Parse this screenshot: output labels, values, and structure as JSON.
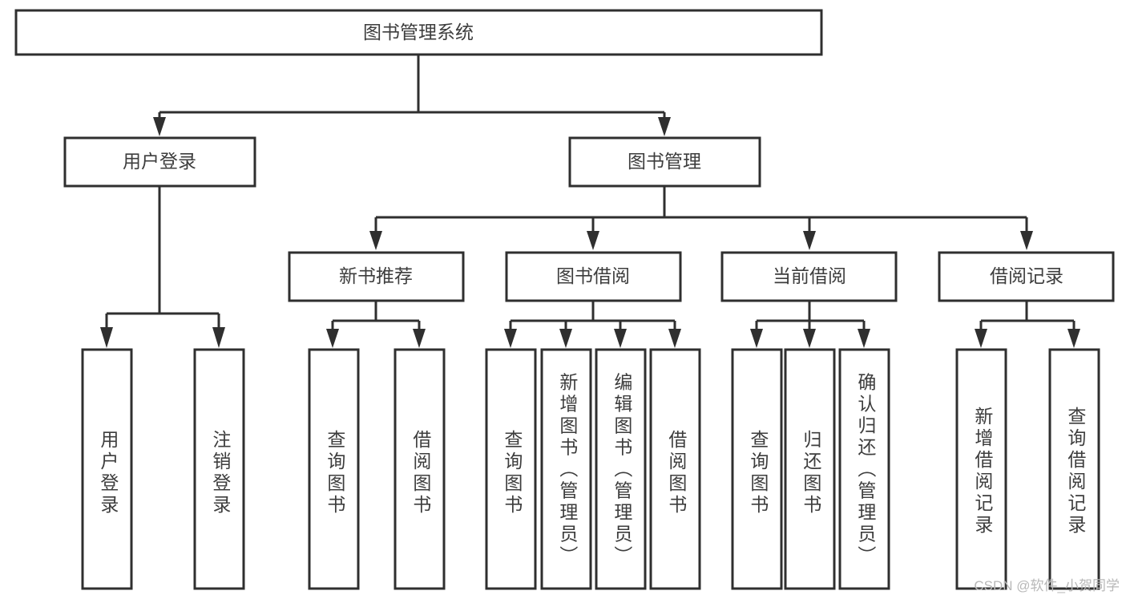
{
  "diagram": {
    "type": "tree-hierarchy",
    "title": "图书管理系统",
    "watermark": "CSDN @软件_小贺同学",
    "colors": {
      "stroke": "#2f2f2f",
      "fill": "#ffffff",
      "text": "#3d3d3d",
      "watermark": "#b8b8b8",
      "background": "#ffffff"
    },
    "nodes": {
      "root": "图书管理系统",
      "level2": [
        "用户登录",
        "图书管理"
      ],
      "level3": [
        "新书推荐",
        "图书借阅",
        "当前借阅",
        "借阅记录"
      ],
      "leaves": {
        "user_login": [
          "用户登录",
          "注销登录"
        ],
        "new_book": [
          "查询图书",
          "借阅图书"
        ],
        "book_borrow": [
          "查询图书",
          "新增图书（管理员）",
          "编辑图书（管理员）",
          "借阅图书"
        ],
        "current_borrow": [
          "查询图书",
          "归还图书",
          "确认归还（管理员）"
        ],
        "borrow_record": [
          "新增借阅记录",
          "查询借阅记录"
        ]
      }
    },
    "edges": [
      {
        "from": "图书管理系统",
        "to": "用户登录"
      },
      {
        "from": "图书管理系统",
        "to": "图书管理"
      },
      {
        "from": "图书管理",
        "to": "新书推荐"
      },
      {
        "from": "图书管理",
        "to": "图书借阅"
      },
      {
        "from": "图书管理",
        "to": "当前借阅"
      },
      {
        "from": "图书管理",
        "to": "借阅记录"
      },
      {
        "from": "用户登录",
        "to": "用户登录"
      },
      {
        "from": "用户登录",
        "to": "注销登录"
      },
      {
        "from": "新书推荐",
        "to": "查询图书"
      },
      {
        "from": "新书推荐",
        "to": "借阅图书"
      },
      {
        "from": "图书借阅",
        "to": "查询图书"
      },
      {
        "from": "图书借阅",
        "to": "新增图书（管理员）"
      },
      {
        "from": "图书借阅",
        "to": "编辑图书（管理员）"
      },
      {
        "from": "图书借阅",
        "to": "借阅图书"
      },
      {
        "from": "当前借阅",
        "to": "查询图书"
      },
      {
        "from": "当前借阅",
        "to": "归还图书"
      },
      {
        "from": "当前借阅",
        "to": "确认归还（管理员）"
      },
      {
        "from": "借阅记录",
        "to": "新增借阅记录"
      },
      {
        "from": "借阅记录",
        "to": "查询借阅记录"
      }
    ]
  }
}
